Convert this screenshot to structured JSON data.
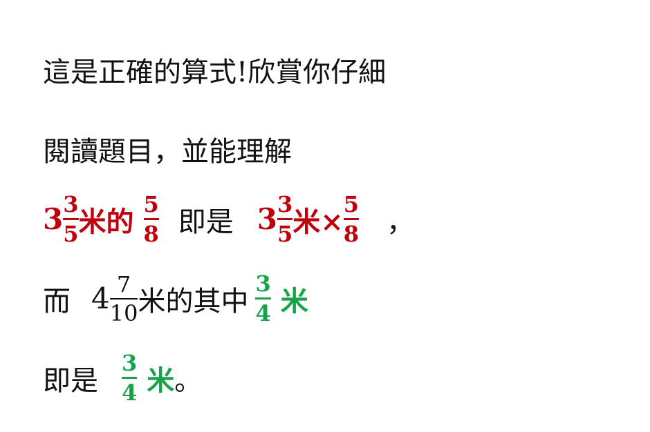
{
  "line1": "這是正確的算式!欣賞你仔細",
  "line2": "閱讀題目，並能理解",
  "line3": {
    "a_whole": "3",
    "a_num": "3",
    "a_den": "5",
    "a_text": "米的",
    "b_num": "5",
    "b_den": "8",
    "mid": "即是",
    "c_whole": "3",
    "c_num": "3",
    "c_den": "5",
    "c_text": "米×",
    "d_num": "5",
    "d_den": "8",
    "end": "，"
  },
  "line4": {
    "pre": "而",
    "whole": "4",
    "num": "7",
    "den": "10",
    "text": "米的其中",
    "g_num": "3",
    "g_den": "4",
    "unit": "米"
  },
  "line5": {
    "pre": "即是",
    "g_num": "3",
    "g_den": "4",
    "unit": "米",
    "end": "。"
  },
  "colors": {
    "red": "#c0000c",
    "green": "#16a34a",
    "text": "#111111"
  }
}
